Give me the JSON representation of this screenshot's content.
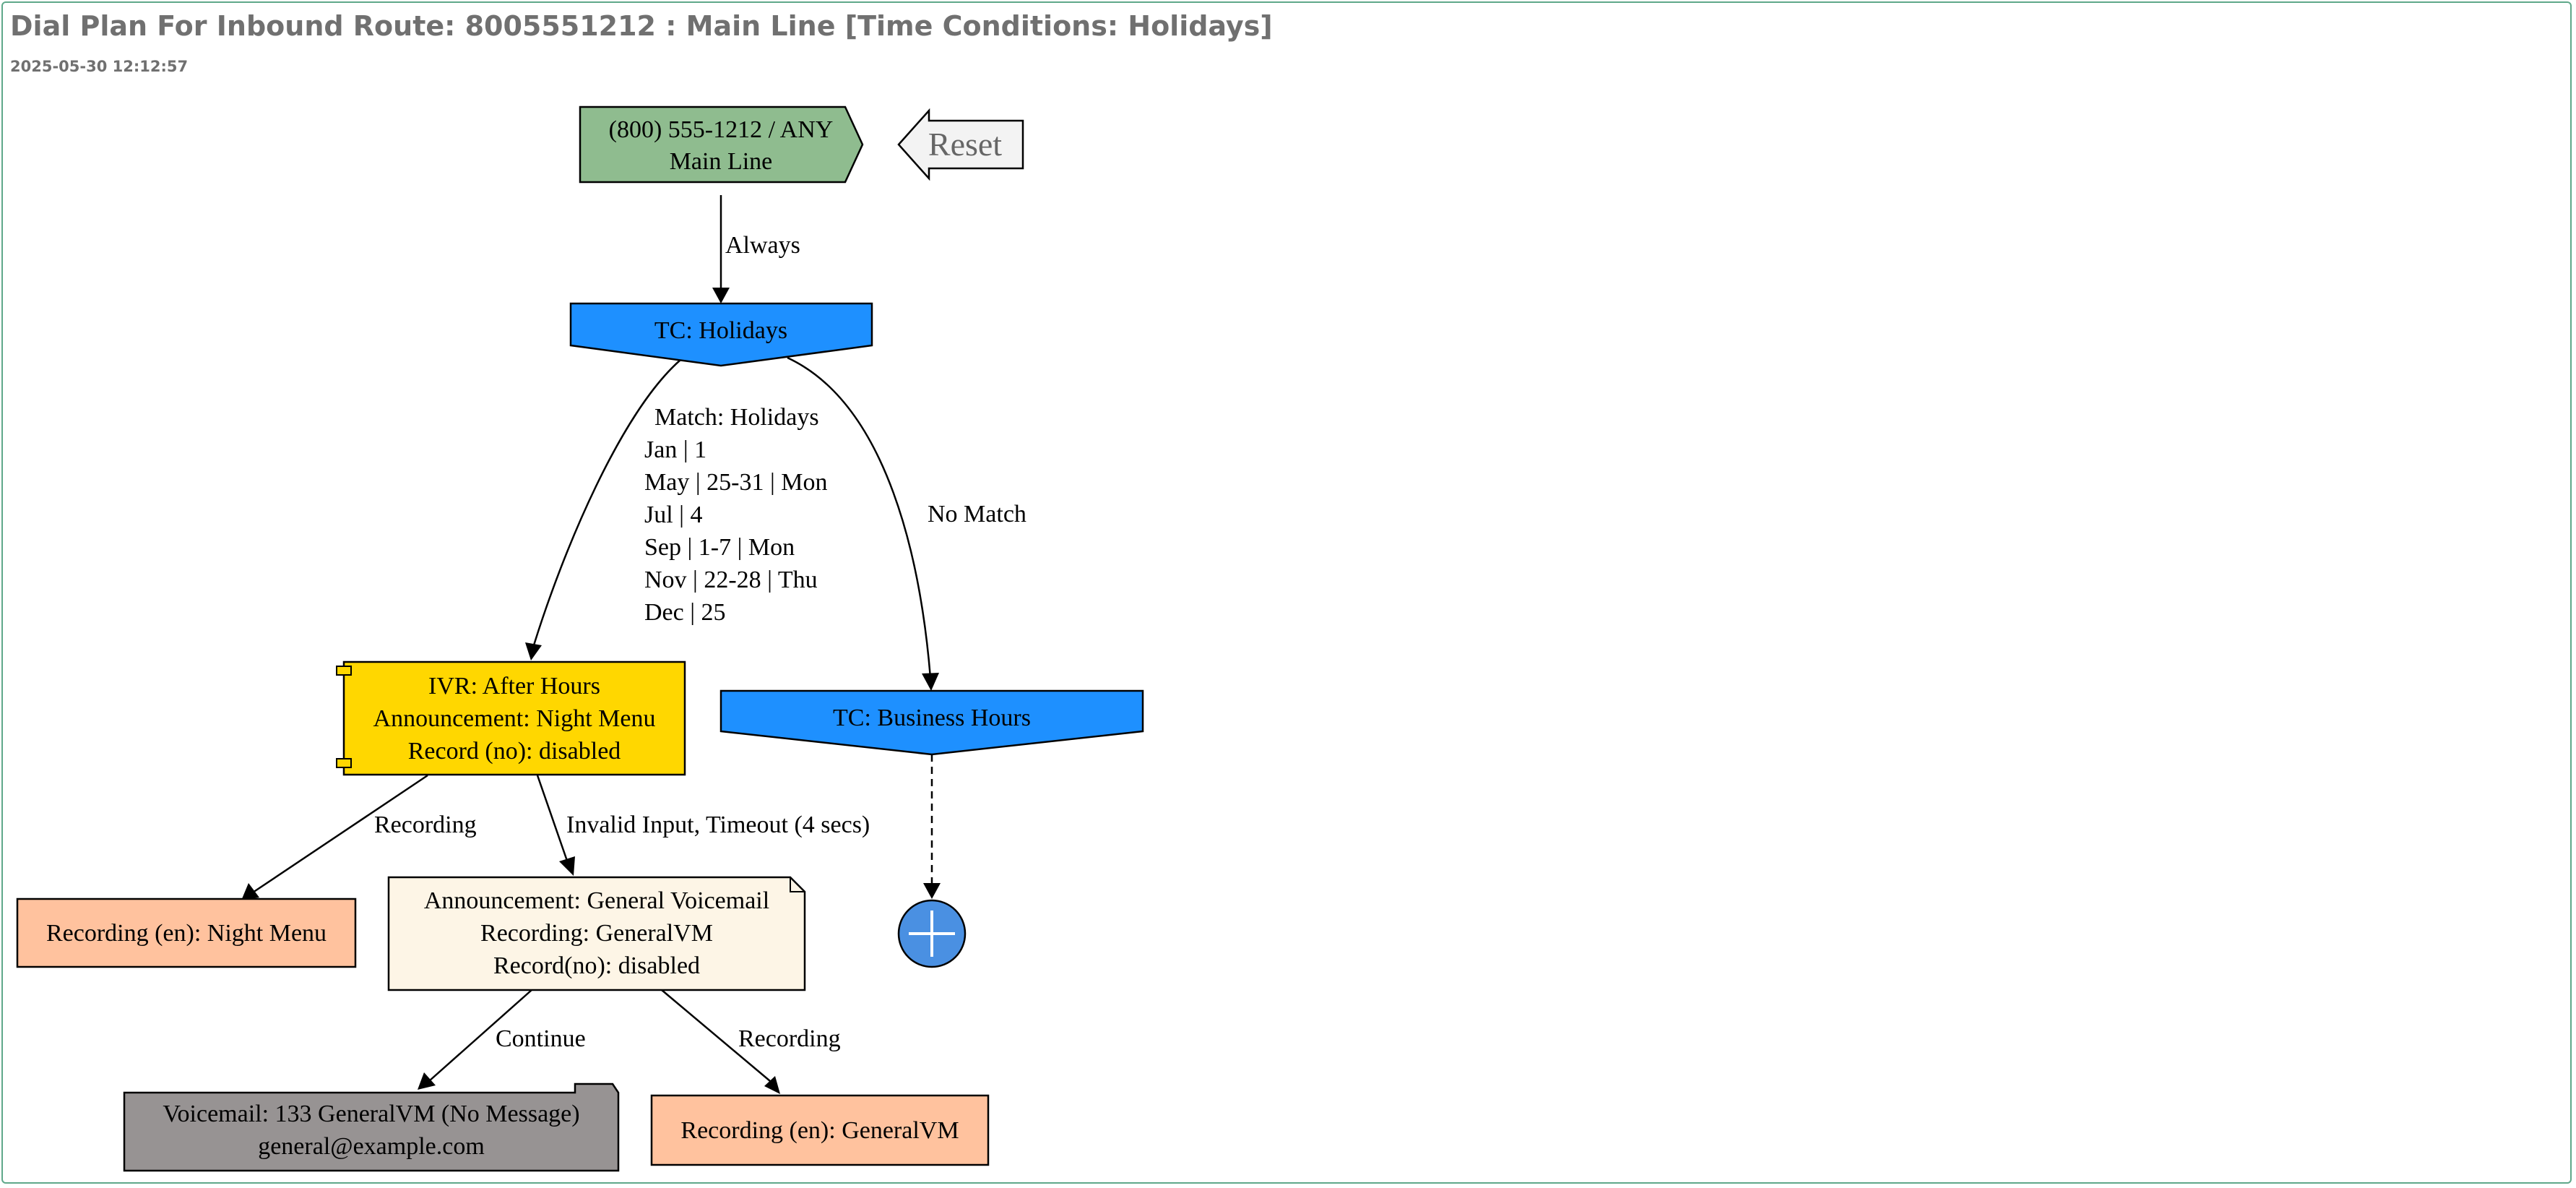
{
  "page": {
    "title": "Dial Plan For Inbound Route: 8005551212 : Main Line [Time Conditions: Holidays]",
    "timestamp": "2025-05-30 12:12:57"
  },
  "colors": {
    "frame_border": "#5fa88a",
    "inbound_route": "#8fbc8f",
    "time_condition": "#1e90ff",
    "ivr": "#ffd700",
    "recording": "#ffc29e",
    "announcement": "#fdf5e6",
    "voicemail": "#979393",
    "add_button": "#4a90e2",
    "reset": "#f3f3f3"
  },
  "nodes": {
    "inbound_route": {
      "line1": "(800) 555-1212 / ANY",
      "line2": "Main Line"
    },
    "reset": {
      "label": "Reset"
    },
    "tc_holidays": {
      "label": "TC: Holidays"
    },
    "ivr_after_hours": {
      "line1": "IVR: After Hours",
      "line2": "Announcement: Night Menu",
      "line3": "Record (no): disabled"
    },
    "tc_business_hours": {
      "label": "TC: Business Hours"
    },
    "recording_night_menu": {
      "label": "Recording (en): Night Menu"
    },
    "announcement_general_vm": {
      "line1": "Announcement: General Voicemail",
      "line2": "Recording: GeneralVM",
      "line3": "Record(no): disabled"
    },
    "voicemail_general": {
      "line1": "Voicemail: 133 GeneralVM (No Message)",
      "line2": "general@example.com"
    },
    "recording_general_vm": {
      "label": "Recording (en): GeneralVM"
    },
    "add_destination": {
      "icon": "plus-icon"
    }
  },
  "edges": {
    "always": "Always",
    "match": [
      "Match: Holidays",
      "Jan | 1",
      "May | 25-31 | Mon",
      "Jul | 4",
      "Sep | 1-7 | Mon",
      "Nov | 22-28 | Thu",
      "Dec | 25"
    ],
    "no_match": "No Match",
    "ivr_recording": "Recording",
    "ivr_invalid_timeout": "Invalid Input, Timeout (4 secs)",
    "announcement_continue": "Continue",
    "announcement_recording": "Recording"
  }
}
